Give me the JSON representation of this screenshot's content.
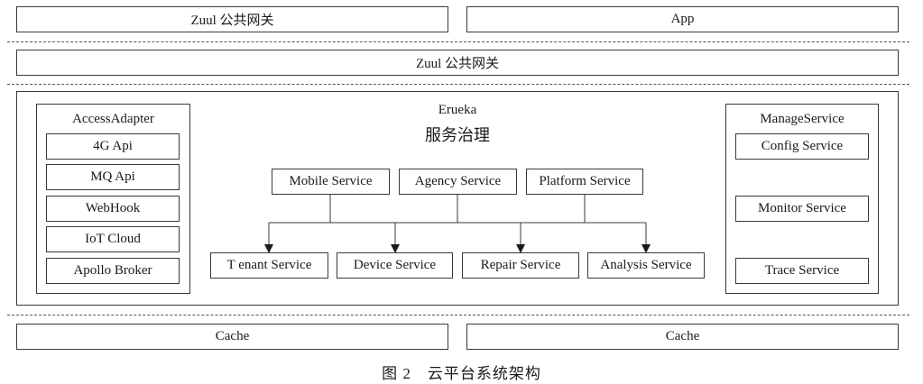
{
  "top_row": {
    "left": "Zuul 公共网关",
    "right": "App"
  },
  "gateway_bar": "Zuul 公共网关",
  "main": {
    "title": "Erueka",
    "subtitle": "服务治理",
    "access_adapter": {
      "title": "AccessAdapter",
      "items": [
        "4G Api",
        "MQ Api",
        "WebHook",
        "IoT Cloud",
        "Apollo Broker"
      ]
    },
    "manage_service": {
      "title": "ManageService",
      "items": [
        "Config Service",
        "Monitor Service",
        "Trace Service"
      ]
    },
    "upper_services": [
      "Mobile Service",
      "Agency Service",
      "Platform Service"
    ],
    "lower_services": [
      "T enant Service",
      "Device Service",
      "Repair Service",
      "Analysis Service"
    ]
  },
  "bottom_row": {
    "left": "Cache",
    "right": "Cache"
  },
  "caption": "图 2　云平台系统架构"
}
